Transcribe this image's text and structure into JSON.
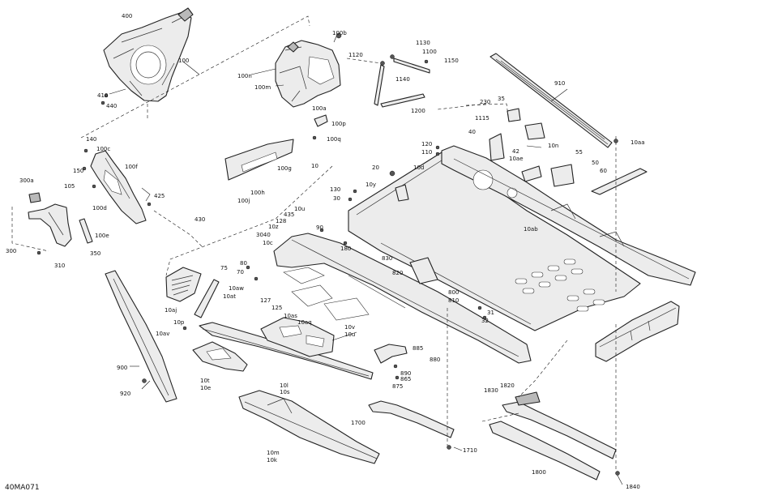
{
  "drawing_reference": "40MA071",
  "callouts": [
    {
      "id": "c400",
      "text": "400"
    },
    {
      "id": "c100",
      "text": "100"
    },
    {
      "id": "c410",
      "text": "410"
    },
    {
      "id": "c440",
      "text": "440"
    },
    {
      "id": "c100b",
      "text": "100b"
    },
    {
      "id": "c100n",
      "text": "100n"
    },
    {
      "id": "c100m",
      "text": "100m"
    },
    {
      "id": "c100a",
      "text": "100a"
    },
    {
      "id": "c100p",
      "text": "100p"
    },
    {
      "id": "c100q",
      "text": "100q"
    },
    {
      "id": "c1120",
      "text": "1120"
    },
    {
      "id": "c1130",
      "text": "1130"
    },
    {
      "id": "c1100",
      "text": "1100"
    },
    {
      "id": "c1150",
      "text": "1150"
    },
    {
      "id": "c1140",
      "text": "1140"
    },
    {
      "id": "c1200",
      "text": "1200"
    },
    {
      "id": "c910",
      "text": "910"
    },
    {
      "id": "c230",
      "text": "230"
    },
    {
      "id": "c35",
      "text": "35"
    },
    {
      "id": "c1115",
      "text": "1115"
    },
    {
      "id": "c40",
      "text": "40"
    },
    {
      "id": "c10n",
      "text": "10n"
    },
    {
      "id": "c42",
      "text": "42"
    },
    {
      "id": "c10ae",
      "text": "10ae"
    },
    {
      "id": "c10aa",
      "text": "10aa"
    },
    {
      "id": "c55",
      "text": "55"
    },
    {
      "id": "c50",
      "text": "50"
    },
    {
      "id": "c60",
      "text": "60"
    },
    {
      "id": "c140",
      "text": "140"
    },
    {
      "id": "c100c",
      "text": "100c"
    },
    {
      "id": "c150",
      "text": "150"
    },
    {
      "id": "c100f",
      "text": "100f"
    },
    {
      "id": "c105",
      "text": "105"
    },
    {
      "id": "c100d",
      "text": "100d"
    },
    {
      "id": "c425",
      "text": "425"
    },
    {
      "id": "c300a",
      "text": "300a"
    },
    {
      "id": "c100e",
      "text": "100e"
    },
    {
      "id": "c300",
      "text": "300"
    },
    {
      "id": "c350",
      "text": "350"
    },
    {
      "id": "c310",
      "text": "310"
    },
    {
      "id": "c430",
      "text": "430"
    },
    {
      "id": "c100g",
      "text": "100g"
    },
    {
      "id": "c100h",
      "text": "100h"
    },
    {
      "id": "c100j",
      "text": "100j"
    },
    {
      "id": "c10",
      "text": "10"
    },
    {
      "id": "c120",
      "text": "120"
    },
    {
      "id": "c110",
      "text": "110"
    },
    {
      "id": "c10d",
      "text": "10d"
    },
    {
      "id": "c20",
      "text": "20"
    },
    {
      "id": "c10y",
      "text": "10y"
    },
    {
      "id": "c130",
      "text": "130"
    },
    {
      "id": "c30",
      "text": "30"
    },
    {
      "id": "c10u",
      "text": "10u"
    },
    {
      "id": "c435",
      "text": "435"
    },
    {
      "id": "c128",
      "text": "128"
    },
    {
      "id": "c10z",
      "text": "10z"
    },
    {
      "id": "c90",
      "text": "90"
    },
    {
      "id": "c3040",
      "text": "3040"
    },
    {
      "id": "c10c",
      "text": "10c"
    },
    {
      "id": "c180",
      "text": "180"
    },
    {
      "id": "c10ab",
      "text": "10ab"
    },
    {
      "id": "c75",
      "text": "75"
    },
    {
      "id": "c80",
      "text": "80"
    },
    {
      "id": "c70",
      "text": "70"
    },
    {
      "id": "c10aw",
      "text": "10aw"
    },
    {
      "id": "c10at",
      "text": "10at"
    },
    {
      "id": "c10aj",
      "text": "10aj"
    },
    {
      "id": "c10p",
      "text": "10p"
    },
    {
      "id": "c127",
      "text": "127"
    },
    {
      "id": "c125",
      "text": "125"
    },
    {
      "id": "c10as",
      "text": "10as"
    },
    {
      "id": "c10aq",
      "text": "10aq"
    },
    {
      "id": "c830",
      "text": "830"
    },
    {
      "id": "c820",
      "text": "820"
    },
    {
      "id": "c800",
      "text": "800"
    },
    {
      "id": "c810",
      "text": "810"
    },
    {
      "id": "c31",
      "text": "31"
    },
    {
      "id": "c32",
      "text": "32"
    },
    {
      "id": "c10av",
      "text": "10av"
    },
    {
      "id": "c10v",
      "text": "10v"
    },
    {
      "id": "c10u2",
      "text": "10u"
    },
    {
      "id": "c885",
      "text": "885"
    },
    {
      "id": "c880",
      "text": "880"
    },
    {
      "id": "c890",
      "text": "890"
    },
    {
      "id": "c865",
      "text": "865"
    },
    {
      "id": "c875",
      "text": "875"
    },
    {
      "id": "c900",
      "text": "900"
    },
    {
      "id": "c920",
      "text": "920"
    },
    {
      "id": "c10t",
      "text": "10t"
    },
    {
      "id": "c10e",
      "text": "10e"
    },
    {
      "id": "c10l",
      "text": "10l"
    },
    {
      "id": "c10s",
      "text": "10s"
    },
    {
      "id": "c1700",
      "text": "1700"
    },
    {
      "id": "c1710",
      "text": "1710"
    },
    {
      "id": "c1830",
      "text": "1830"
    },
    {
      "id": "c1820",
      "text": "1820"
    },
    {
      "id": "c1800",
      "text": "1800"
    },
    {
      "id": "c1840",
      "text": "1840"
    },
    {
      "id": "c10m",
      "text": "10m"
    },
    {
      "id": "c10k",
      "text": "10k"
    }
  ]
}
